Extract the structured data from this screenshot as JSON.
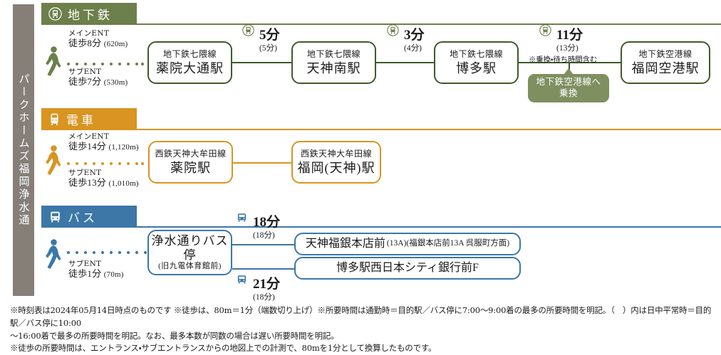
{
  "property": {
    "vertical_name": "パークホームズ福岡浄水通"
  },
  "sections": {
    "subway": {
      "badge_label": "地下鉄",
      "icon": "subway-circle-icon",
      "color": "#6d7f4a",
      "walk": {
        "main_ent_label": "メインENT",
        "main_ent_time": "徒歩8分",
        "main_ent_time_num": "8",
        "main_ent_dist": "(620m)",
        "sub_ent_label": "サブENT",
        "sub_ent_time": "徒歩7分",
        "sub_ent_time_num": "7",
        "sub_ent_dist": "(530m)",
        "icon": "walking-person-icon"
      },
      "stations": [
        {
          "line": "地下鉄七隈線",
          "name": "薬院大通駅"
        },
        {
          "line": "地下鉄七隈線",
          "name": "天神南駅"
        },
        {
          "line": "地下鉄七隈線",
          "name": "博多駅"
        },
        {
          "line": "地下鉄空港線",
          "name": "福岡空港駅"
        }
      ],
      "rides": [
        {
          "icon": "train-circle-icon",
          "peak": "5分",
          "offpeak": "(5分)",
          "note": ""
        },
        {
          "icon": "train-circle-icon",
          "peak": "3分",
          "offpeak": "(4分)",
          "note": ""
        },
        {
          "icon": "train-circle-icon",
          "peak": "11分",
          "offpeak": "(13分)",
          "note": "※乗換・待ち時間含む"
        }
      ],
      "transfer_pill": {
        "line1": "地下鉄空港線へ",
        "line2": "乗換"
      }
    },
    "train": {
      "badge_label": "電車",
      "icon": "tram-icon",
      "color": "#d99422",
      "walk": {
        "main_ent_label": "メインENT",
        "main_ent_time": "徒歩14分",
        "main_ent_time_num": "14",
        "main_ent_dist": "(1,120m)",
        "sub_ent_label": "サブENT",
        "sub_ent_time": "徒歩13分",
        "sub_ent_time_num": "13",
        "sub_ent_dist": "(1,010m)",
        "icon": "walking-person-icon"
      },
      "stations": [
        {
          "line": "西鉄天神大牟田線",
          "name": "薬院駅"
        },
        {
          "line": "西鉄天神大牟田線",
          "name": "福岡(天神)駅"
        }
      ]
    },
    "bus": {
      "badge_label": "バス",
      "icon": "bus-icon",
      "color": "#3c77a8",
      "walk": {
        "sub_ent_label": "サブENT",
        "sub_ent_time": "徒歩1分",
        "sub_ent_time_num": "1",
        "sub_ent_dist": "(70m)",
        "icon": "walking-person-icon"
      },
      "stop": {
        "name": "浄水通りバス停",
        "sub": "(旧九電体育館前)"
      },
      "rides": [
        {
          "icon": "bus-icon",
          "peak": "18分",
          "offpeak": "(18分)"
        },
        {
          "icon": "bus-icon",
          "peak": "21分",
          "offpeak": "(18分)"
        }
      ],
      "destinations": [
        {
          "name": "天神福銀本店前",
          "detail": "(13A)(福銀本店前13A 呉服町方面)"
        },
        {
          "name": "博多駅西日本シティ銀行前F",
          "detail": ""
        }
      ]
    }
  },
  "footnotes": {
    "line1": "※時刻表は2024年05月14日時点のものです ※徒歩は、80m＝1分（端数切り上げ）※所要時間は通勤時＝目的駅／バス停に7:00〜9:00着の最多の所要時間を明記。（　）内は日中平常時＝目的駅／バス停に10:00",
    "line2": "〜16:00着で最多の所要時間を明記。なお、最多本数が同数の場合は遅い所要時間を明記。",
    "line3": "※徒歩の所要時間は、エントランス・サブエントランスからの地図上での計測で、80mを1分として換算したものです。"
  }
}
